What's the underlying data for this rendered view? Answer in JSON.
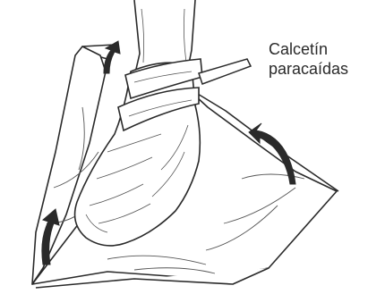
{
  "label": {
    "line1": "Calcetín",
    "line2": "paracaídas"
  },
  "colors": {
    "ink": "#2a2a2a",
    "shade": "#555555",
    "paper": "#ffffff"
  },
  "illustration": {
    "subject": "foot-wrapped-in-parachute-sock",
    "arrows": [
      "arrow-top-left",
      "arrow-right",
      "arrow-bottom-left"
    ]
  }
}
